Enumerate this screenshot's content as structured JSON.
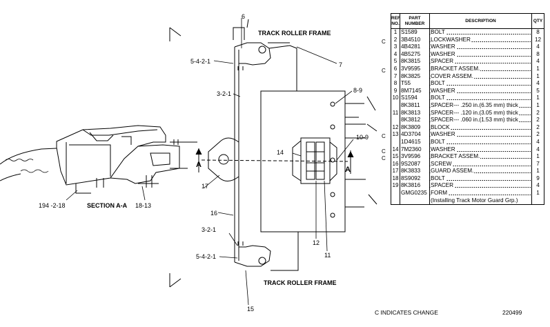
{
  "labels": {
    "track_roller_frame_top": "TRACK ROLLER FRAME",
    "track_roller_frame_bottom": "TRACK ROLLER FRAME",
    "section": "SECTION A-A",
    "a_left": "A",
    "a_right": "A",
    "c6": "6",
    "c5421_top": "5-4-2-1",
    "c7": "7",
    "c321_top": "3-2-1",
    "c89": "8-9",
    "c109": "10-9",
    "c14": "14",
    "c17": "17",
    "c16": "16",
    "c321_bottom": "3-2-1",
    "c5421_bottom": "5-4-2-1",
    "c12": "12",
    "c11": "11",
    "c15": "15",
    "c194218": "194 -2-18",
    "c1813": "18-13"
  },
  "table": {
    "headers": {
      "ref": "REF NO.",
      "part": "PART NUMBER",
      "desc": "DESCRIPTION",
      "qty": "QTY"
    },
    "rows": [
      {
        "ref": "1",
        "part": "S1589",
        "desc": "BOLT",
        "qty": "8"
      },
      {
        "ref": "2",
        "part": "3B4510",
        "desc": "LOCKWASHER",
        "qty": "12"
      },
      {
        "ref": "3",
        "part": "4B4281",
        "desc": "WASHER",
        "qty": "4"
      },
      {
        "ref": "4",
        "part": "4B5275",
        "desc": "WASHER",
        "qty": "8"
      },
      {
        "ref": "5",
        "part": "8K3815",
        "desc": "SPACER",
        "qty": "4"
      },
      {
        "ref": "6",
        "part": "3V9595",
        "desc": "BRACKET ASSEM.",
        "qty": "1"
      },
      {
        "ref": "7",
        "part": "8K3825",
        "desc": "COVER ASSEM.",
        "qty": "1"
      },
      {
        "ref": "8",
        "part": "T55",
        "desc": "BOLT",
        "qty": "4"
      },
      {
        "ref": "9",
        "part": "8M7145",
        "desc": "WASHER",
        "qty": "5"
      },
      {
        "ref": "10",
        "part": "S1594",
        "desc": "BOLT",
        "qty": "1"
      },
      {
        "ref": "",
        "part": "8K3811",
        "desc": "SPACER--- .250 in.(6.35 mm) thick",
        "qty": "1"
      },
      {
        "ref": "11",
        "part": "8K3813",
        "desc": "SPACER--- .120 in.(3.05 mm) thick",
        "qty": "2"
      },
      {
        "ref": "",
        "part": "8K3812",
        "desc": "SPACER--- .060 in.(1.53 mm) thick",
        "qty": "2"
      },
      {
        "ref": "12",
        "part": "8K3809",
        "desc": "BLOCK",
        "qty": "2"
      },
      {
        "ref": "13",
        "part": "4D3704",
        "desc": "WASHER",
        "qty": "2"
      },
      {
        "ref": "",
        "part": "1D4615",
        "desc": "BOLT",
        "qty": "4"
      },
      {
        "ref": "14",
        "part": "7M2360",
        "desc": "WASHER",
        "qty": "4"
      },
      {
        "ref": "15",
        "part": "3V9596",
        "desc": "BRACKET ASSEM.",
        "qty": "1"
      },
      {
        "ref": "16",
        "part": "9S2087",
        "desc": "SCREW",
        "qty": "7"
      },
      {
        "ref": "17",
        "part": "8K3833",
        "desc": "GUARD ASSEM.",
        "qty": "1"
      },
      {
        "ref": "18",
        "part": "8S9092",
        "desc": "BOLT",
        "qty": "9"
      },
      {
        "ref": "19",
        "part": "8K3816",
        "desc": "SPACER",
        "qty": "4"
      },
      {
        "ref": "",
        "part": "GMG0235",
        "desc": "FORM",
        "qty": "1"
      },
      {
        "ref": "",
        "part": "",
        "desc": "(Installing Track Motor Guard Grp.)",
        "qty": ""
      }
    ]
  },
  "change_marks": [
    {
      "row": 1,
      "mark": "C"
    },
    {
      "row": 5,
      "mark": "C"
    },
    {
      "row": 14,
      "mark": "C"
    },
    {
      "row": 16,
      "mark": "C"
    },
    {
      "row": 17,
      "mark": "C"
    }
  ],
  "footnote": "C INDICATES CHANGE",
  "drawing_number": "220499"
}
